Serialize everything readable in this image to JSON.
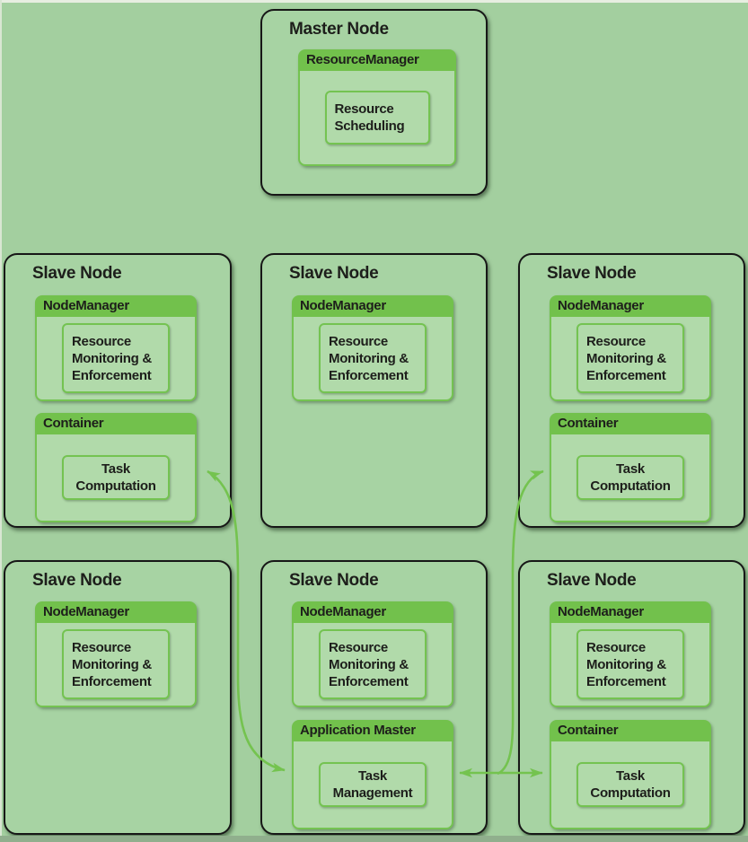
{
  "colors": {
    "page_bg": "#a3cf9f",
    "node_fill": "#a7d3a3",
    "header_green": "#72c14c",
    "panel_fill": "#b1daaa",
    "border_green": "#74c351",
    "arrow_green": "#74c34f",
    "text_dark": "#1d1e1b",
    "node_border": "#171717",
    "edge_top": "#e7eee1",
    "edge_left": "#d9e6d3",
    "edge_bottom": "#90af8d"
  },
  "diagram": {
    "master": {
      "title": "Master Node",
      "panels": [
        {
          "header": "ResourceManager",
          "inner": "Resource Scheduling"
        }
      ]
    },
    "slaves": [
      {
        "title": "Slave Node",
        "panels": [
          {
            "header": "NodeManager",
            "inner": "Resource Monitoring & Enforcement"
          },
          {
            "header": "Container",
            "inner": "Task Computation"
          }
        ]
      },
      {
        "title": "Slave Node",
        "panels": [
          {
            "header": "NodeManager",
            "inner": "Resource Monitoring & Enforcement"
          }
        ]
      },
      {
        "title": "Slave Node",
        "panels": [
          {
            "header": "NodeManager",
            "inner": "Resource Monitoring & Enforcement"
          },
          {
            "header": "Container",
            "inner": "Task Computation"
          }
        ]
      },
      {
        "title": "Slave Node",
        "panels": [
          {
            "header": "NodeManager",
            "inner": "Resource Monitoring & Enforcement"
          }
        ]
      },
      {
        "title": "Slave Node",
        "panels": [
          {
            "header": "NodeManager",
            "inner": "Resource Monitoring & Enforcement"
          },
          {
            "header": "Application Master",
            "inner": "Task Management"
          }
        ]
      },
      {
        "title": "Slave Node",
        "panels": [
          {
            "header": "NodeManager",
            "inner": "Resource Monitoring & Enforcement"
          },
          {
            "header": "Container",
            "inner": "Task Computation"
          }
        ]
      }
    ],
    "connections": [
      {
        "from": "application-master-task-management",
        "to": "mid-left-slave-container",
        "style": "curved",
        "heads": "both"
      },
      {
        "from": "application-master-task-management",
        "to": "mid-right-slave-container",
        "style": "curved",
        "heads": "end"
      },
      {
        "from": "application-master-task-management",
        "to": "bottom-right-slave-container",
        "style": "straight",
        "heads": "both"
      }
    ]
  }
}
